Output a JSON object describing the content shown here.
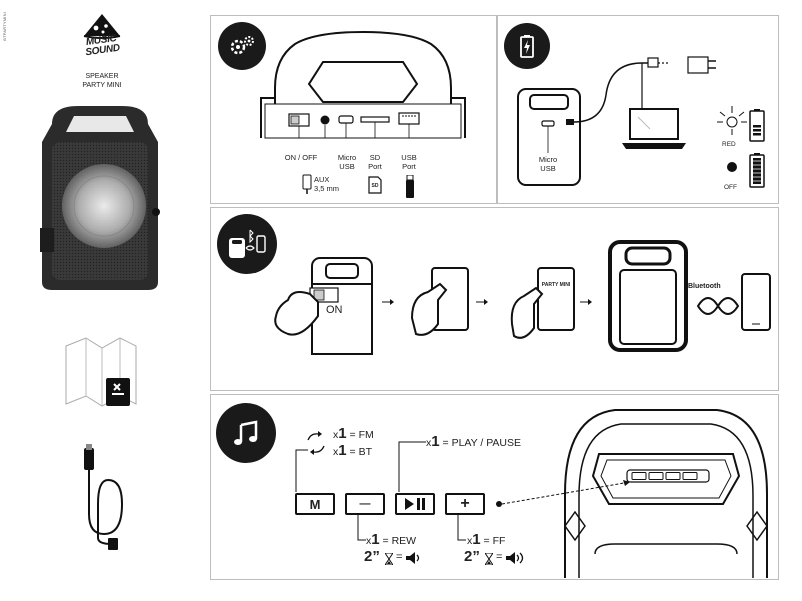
{
  "product": {
    "brand_logo": "MUSIC SOUND",
    "side_code": "BTPARTYMINI",
    "name_line1": "SPEAKER",
    "name_line2": "PARTY MINI"
  },
  "ports": {
    "on_off": "ON / OFF",
    "micro_usb_line1": "Micro",
    "micro_usb_line2": "USB",
    "sd_line1": "SD",
    "sd_line2": "Port",
    "usb_line1": "USB",
    "usb_line2": "Port",
    "aux_line1": "AUX",
    "aux_line2": "3,5 mm",
    "sd_card_label": "SD"
  },
  "charging": {
    "micro_usb_line1": "Micro",
    "micro_usb_line2": "USB",
    "red": "RED",
    "off": "OFF"
  },
  "pairing": {
    "on": "ON",
    "device_name": "PARTY MINI",
    "bluetooth": "Bluetooth"
  },
  "controls": {
    "x1_fm_prefix": "x",
    "x1_fm_num": "1",
    "x1_fm_text": "= FM",
    "x1_bt_prefix": "x",
    "x1_bt_num": "1",
    "x1_bt_text": "= BT",
    "x1_play_prefix": "x",
    "x1_play_num": "1",
    "x1_play_text": "= PLAY / PAUSE",
    "x1_rew_prefix": "x",
    "x1_rew_num": "1",
    "x1_rew_text": "= REW",
    "x1_ff_prefix": "x",
    "x1_ff_num": "1",
    "x1_ff_text": "= FF",
    "hold_minus": "2”",
    "hold_plus": "2”",
    "eq": "=",
    "m_button": "M",
    "minus_button": "—",
    "plus_button": "+"
  },
  "colors": {
    "ink": "#111111",
    "panel_border": "#bdbdbd",
    "circle": "#1a1a1a"
  }
}
